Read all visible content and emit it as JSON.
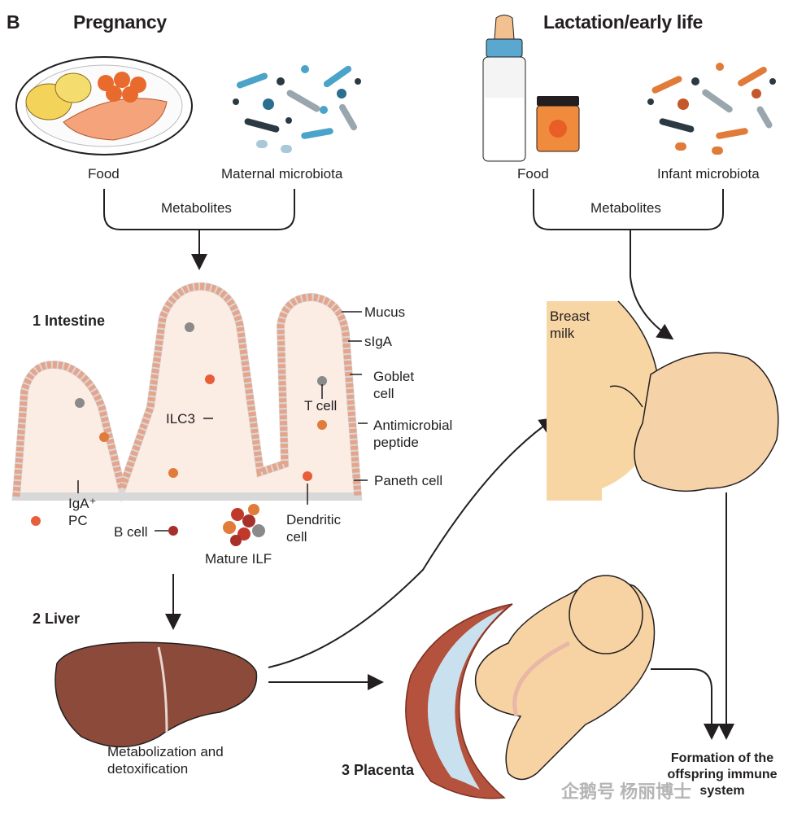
{
  "panel_letter": "B",
  "pregnancy": {
    "title": "Pregnancy",
    "food_label": "Food",
    "microbiota_label": "Maternal microbiota",
    "metabolites_label": "Metabolites"
  },
  "lactation": {
    "title": "Lactation/early life",
    "food_label": "Food",
    "microbiota_label": "Infant microbiota",
    "metabolites_label": "Metabolites",
    "breast_milk_label": "Breast milk"
  },
  "intestine": {
    "step_label": "1  Intestine",
    "mucus": "Mucus",
    "siga": "sIgA",
    "goblet_cell": "Goblet cell",
    "t_cell": "T cell",
    "antimicrobial_peptide": "Antimicrobial peptide",
    "paneth_cell": "Paneth cell",
    "ilc3": "ILC3",
    "iga_pc": "IgA⁺ PC",
    "b_cell": "B cell",
    "dendritic_cell": "Dendritic cell",
    "mature_ilf": "Mature ILF"
  },
  "liver": {
    "step_label": "2  Liver",
    "caption": "Metabolization and detoxification"
  },
  "placenta": {
    "step_label": "3  Placenta"
  },
  "outcome": {
    "label": "Formation of the offspring immune system"
  },
  "watermark": "企鹅号 杨丽博士",
  "colors": {
    "microbe_blue": "#4aa3c8",
    "microbe_orange": "#e07b39",
    "liver_brown": "#8b4a3a",
    "epithelium_pink": "#e9b9a5",
    "skin": "#f6d2a8"
  }
}
